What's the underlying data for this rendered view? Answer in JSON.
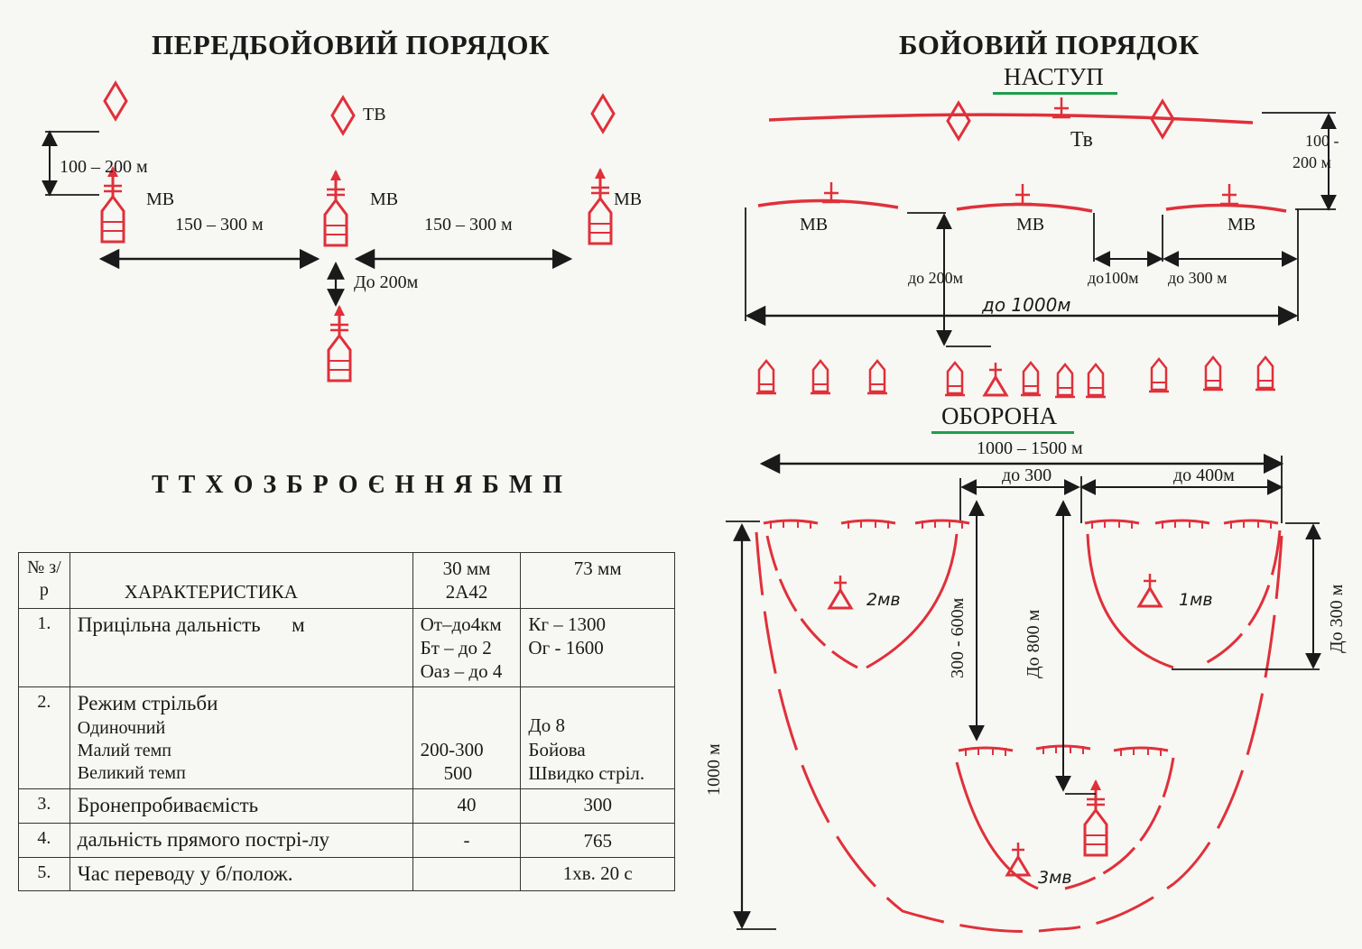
{
  "titles": {
    "predboy": "ПЕРЕДБОЙОВИЙ ПОРЯДОК",
    "boy": "БОЙОВИЙ ПОРЯДОК",
    "nastup": "НАСТУП",
    "oborona": "ОБОРОНА",
    "ttx": "Т Т Х  О З Б Р О Є Н Н Я  Б М П"
  },
  "predboy_labels": {
    "tv": "ТВ",
    "mv_left": "МВ",
    "mv_mid": "МВ",
    "mv_right": "МВ",
    "dist_vert": "100 – 200 м",
    "dist_left": "150 – 300 м",
    "dist_right": "150 – 300 м",
    "dist_down": "До 200м"
  },
  "nastup_labels": {
    "tv": "Тв",
    "mv1": "МВ",
    "mv2": "МВ",
    "mv3": "МВ",
    "range_top": "100 -",
    "range_bottom": "200 м",
    "do200": "до  200м",
    "do100": "до100м",
    "do300": "до 300 м",
    "do1000": "до 1000м"
  },
  "oborona_labels": {
    "width": "1000 – 1500 м",
    "do300": "до 300",
    "do400": "до 400м",
    "v300_600": "300 - 600м",
    "do800": "До 800 м",
    "do300v": "До 300 м",
    "v1000": "1000 м",
    "mv2": "2мв",
    "mv1": "1мв",
    "mv3": "3мв"
  },
  "table": {
    "header": {
      "num": "№ з/р",
      "char": "ХАРАКТЕРИСТИКА",
      "c30_a": "30 мм",
      "c30_b": "2А42",
      "c73": "73 мм"
    },
    "rows": [
      {
        "n": "1.",
        "title": "Прицільна дальність",
        "unit": "м",
        "c30": [
          "От–до4км",
          "Бт – до 2",
          "Оаз – до 4"
        ],
        "c73": [
          "",
          "Кг – 1300",
          "Ог  - 1600"
        ]
      },
      {
        "n": "2.",
        "title": "Режим стрільби",
        "sub": [
          "Одиночний",
          "Малий темп",
          "Великий темп"
        ],
        "c30": [
          "",
          "200-300",
          "500"
        ],
        "c73": [
          "До 8",
          "Бойова",
          "Швидко стріл."
        ]
      },
      {
        "n": "3.",
        "title": "Бронепробиваємість",
        "c30": "40",
        "c73": "300"
      },
      {
        "n": "4.",
        "title": "дальність прямого пострі-лу",
        "c30": "-",
        "c73": "765"
      },
      {
        "n": "5.",
        "title": "Час переводу у б/полож.",
        "c30": "",
        "c73": "1хв. 20 с"
      }
    ]
  },
  "colors": {
    "red": "#e0303a",
    "ink": "#1a1a1a",
    "green": "#1f9e4a"
  }
}
